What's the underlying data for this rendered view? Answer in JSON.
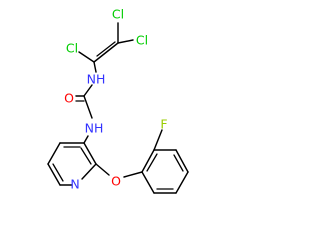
{
  "molecule": {
    "atoms": {
      "cl1": "Cl",
      "cl2": "Cl",
      "cl3": "Cl",
      "nh1": "NH",
      "o1": "O",
      "nh2": "NH",
      "f1": "F",
      "n1": "N",
      "o2": "O"
    }
  },
  "colors": {
    "chlorine": "#00cc00",
    "nitrogen": "#3333ff",
    "oxygen": "#ff0000",
    "fluorine": "#99cc00",
    "bond": "#000000",
    "background": "#ffffff"
  }
}
